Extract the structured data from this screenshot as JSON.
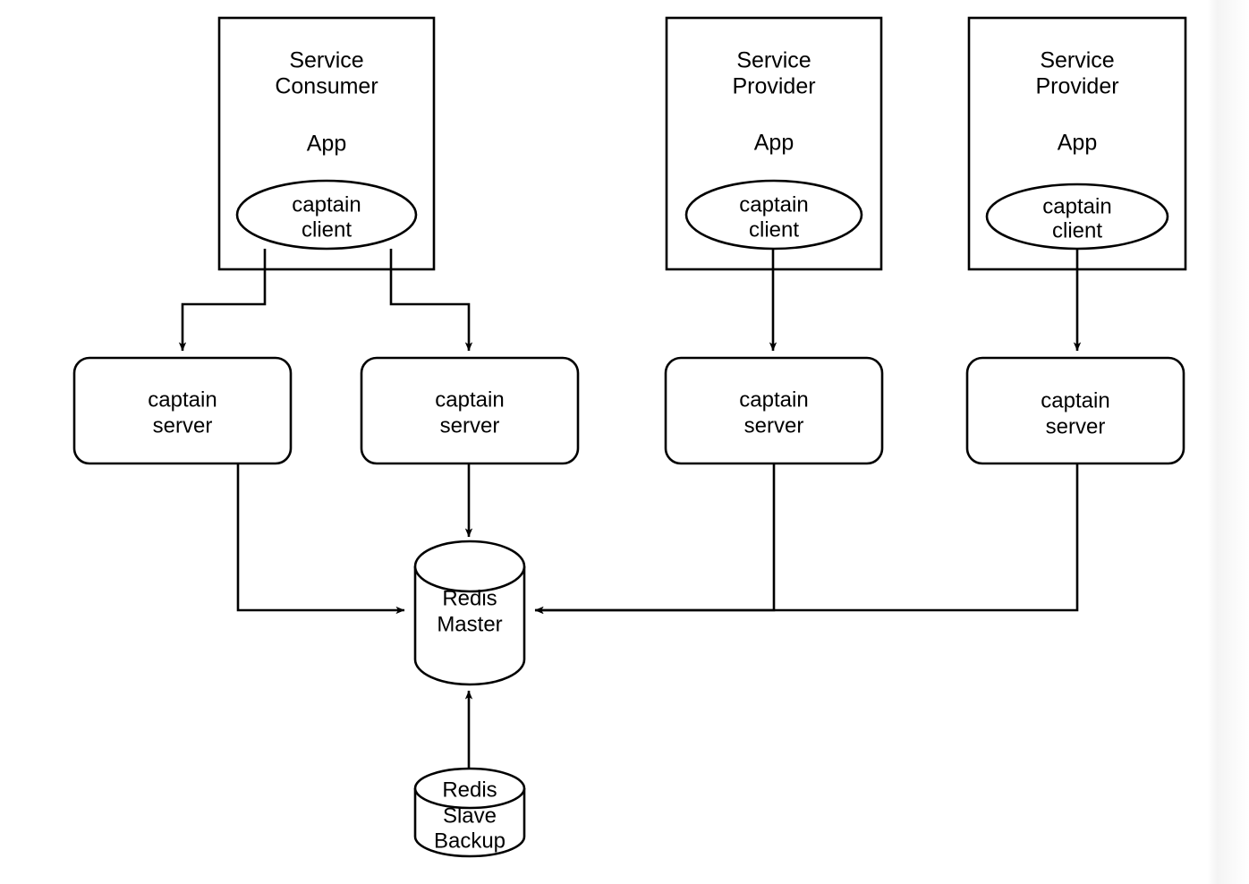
{
  "diagram": {
    "title": "Captain service discovery architecture",
    "background_color": "#ffffff",
    "stroke_color": "#000000",
    "apps": [
      {
        "id": "service-consumer-app",
        "line1": "Service",
        "line2": "Consumer",
        "line3": "App",
        "client": {
          "line1": "captain",
          "line2": "client"
        }
      },
      {
        "id": "service-provider-app-1",
        "line1": "Service",
        "line2": "Provider",
        "line3": "App",
        "client": {
          "line1": "captain",
          "line2": "client"
        }
      },
      {
        "id": "service-provider-app-2",
        "line1": "Service",
        "line2": "Provider",
        "line3": "App",
        "client": {
          "line1": "captain",
          "line2": "client"
        }
      }
    ],
    "servers": [
      {
        "id": "captain-server-1",
        "line1": "captain",
        "line2": "server"
      },
      {
        "id": "captain-server-2",
        "line1": "captain",
        "line2": "server"
      },
      {
        "id": "captain-server-3",
        "line1": "captain",
        "line2": "server"
      },
      {
        "id": "captain-server-4",
        "line1": "captain",
        "line2": "server"
      }
    ],
    "datastores": [
      {
        "id": "redis-master",
        "line1": "Redis",
        "line2": "Master",
        "line3": ""
      },
      {
        "id": "redis-slave-backup",
        "line1": "Redis",
        "line2": "Slave",
        "line3": "Backup"
      }
    ],
    "connections": [
      {
        "from": "service-consumer-app.client",
        "to": "captain-server-1",
        "arrow": "down"
      },
      {
        "from": "service-consumer-app.client",
        "to": "captain-server-2",
        "arrow": "down"
      },
      {
        "from": "service-provider-app-1.client",
        "to": "captain-server-3",
        "arrow": "down"
      },
      {
        "from": "service-provider-app-2.client",
        "to": "captain-server-4",
        "arrow": "down"
      },
      {
        "from": "captain-server-1",
        "to": "redis-master",
        "arrow": "right"
      },
      {
        "from": "captain-server-2",
        "to": "redis-master",
        "arrow": "down"
      },
      {
        "from": "captain-server-3",
        "to": "redis-master",
        "arrow": "left"
      },
      {
        "from": "captain-server-4",
        "to": "redis-master",
        "arrow": "left"
      },
      {
        "from": "redis-slave-backup",
        "to": "redis-master",
        "arrow": "up"
      }
    ]
  }
}
